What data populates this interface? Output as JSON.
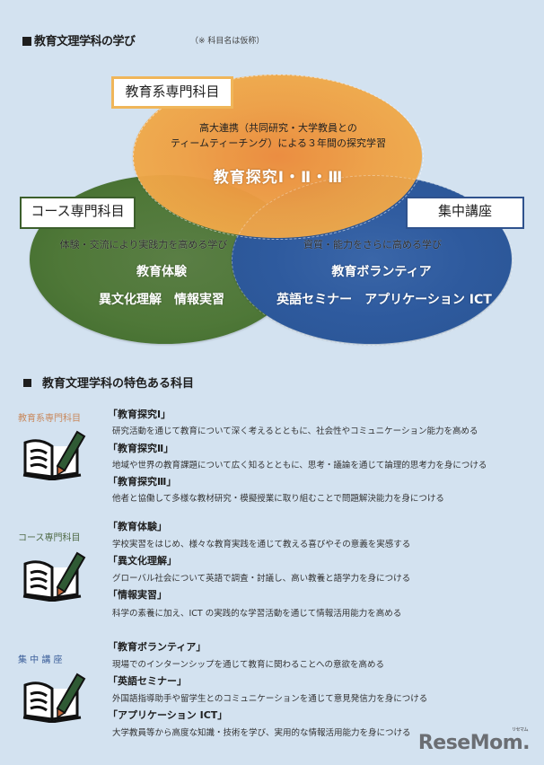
{
  "header": {
    "title": "教育文理学科の学び",
    "note": "（※ 科目名は仮称）"
  },
  "venn": {
    "education": {
      "label": "教育系専門科目",
      "subtitle_line1": "高大連携（共同研究・大学教員との",
      "subtitle_line2": "ティームティーチング）による３年間の探究学習",
      "main": "教育探究Ⅰ・Ⅱ・Ⅲ",
      "color": "#ee9640"
    },
    "course": {
      "label": "コース専門科目",
      "subtitle": "体験・交流により実践力を高める学び",
      "line1": "教育体験",
      "line2": "異文化理解　情報実習",
      "color": "#4f7838"
    },
    "intensive": {
      "label": "集中講座",
      "subtitle": "資質・能力をさらに高める学び",
      "line1": "教育ボランティア",
      "line2": "英語セミナー　アプリケーション ICT",
      "color": "#2e5a9e"
    }
  },
  "features": {
    "title": "教育文理学科の特色ある科目",
    "groups": [
      {
        "category": "教育系専門科目",
        "category_color": "#c8875a",
        "icon": "book-pencil-icon",
        "items": [
          {
            "title": "「教育探究Ⅰ」",
            "desc": "研究活動を通じて教育について深く考えるとともに、社会性やコミュニケーション能力を高める"
          },
          {
            "title": "「教育探究Ⅱ」",
            "desc": "地域や世界の教育課題について広く知るとともに、思考・議論を通じて論理的思考力を身につける"
          },
          {
            "title": "「教育探究Ⅲ」",
            "desc": "他者と協働して多様な教材研究・模擬授業に取り組むことで問題解決能力を身につける"
          }
        ]
      },
      {
        "category": "コース専門科目",
        "category_color": "#4f6a45",
        "icon": "book-pencil-icon",
        "items": [
          {
            "title": "「教育体験」",
            "desc": "学校実習をはじめ、様々な教育実践を通じて教える喜びやその意義を実感する"
          },
          {
            "title": "「異文化理解」",
            "desc": "グローバル社会について英語で調査・討議し、高い教養と語学力を身につける"
          },
          {
            "title": "「情報実習」",
            "desc": "科学の素養に加え、ICT の実践的な学習活動を通じて情報活用能力を高める"
          }
        ]
      },
      {
        "category": "集 中 講 座",
        "category_color": "#3c5f9a",
        "icon": "book-pencil-icon",
        "items": [
          {
            "title": "「教育ボランティア」",
            "desc": "現場でのインターンシップを通じて教育に関わることへの意欲を高める"
          },
          {
            "title": "「英語セミナー」",
            "desc": "外国語指導助手や留学生とのコミュニケーションを通じて意見発信力を身につける"
          },
          {
            "title": "「アプリケーション ICT」",
            "desc": "大学教員等から高度な知識・技術を学び、実用的な情報活用能力を身につける"
          }
        ]
      }
    ]
  },
  "watermark": {
    "text": "ReseMom.",
    "ruby": "リセマム"
  }
}
